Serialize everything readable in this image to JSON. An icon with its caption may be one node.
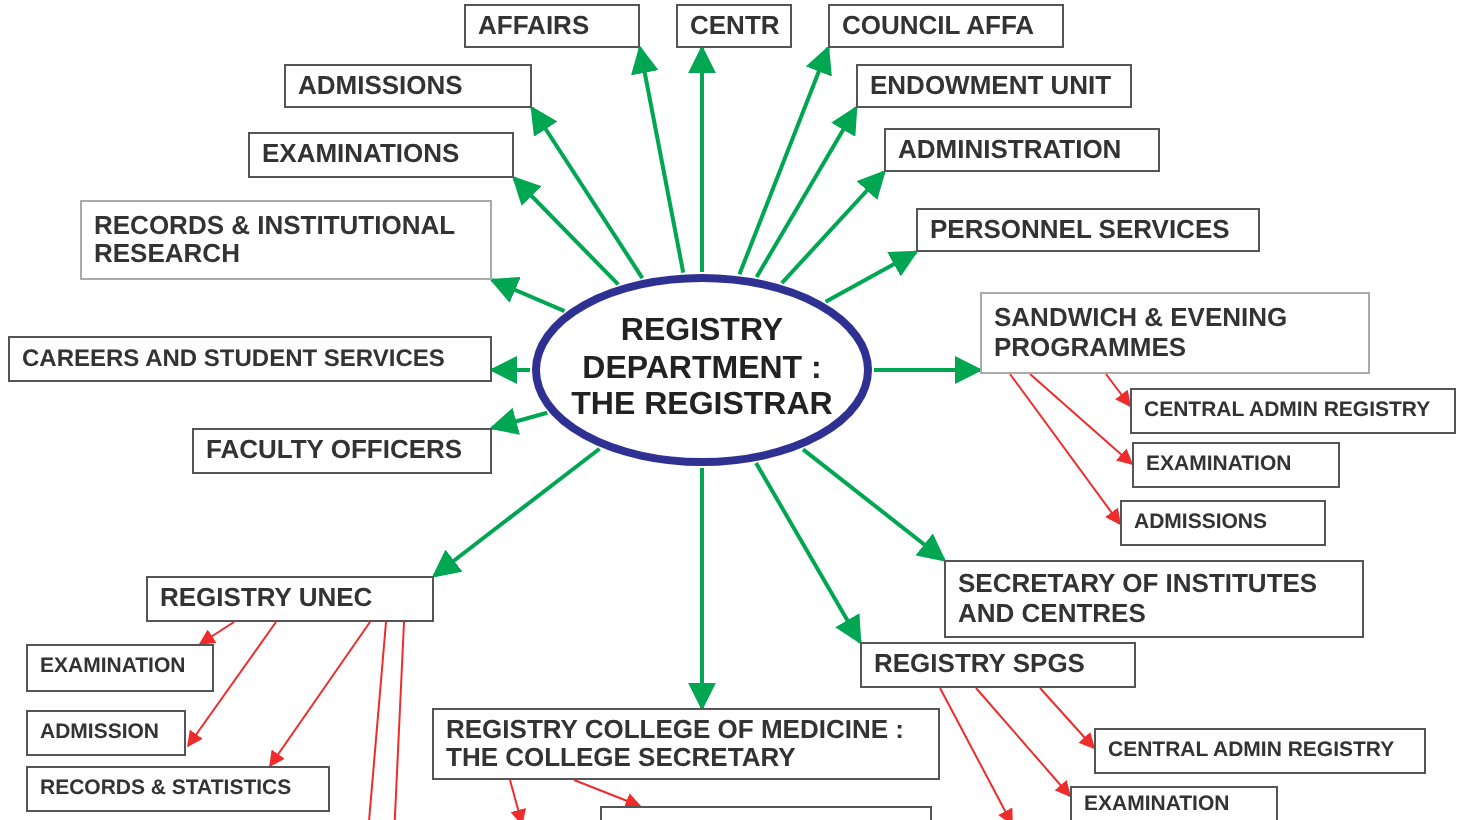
{
  "diagram": {
    "nodes": [
      {
        "text": [
          "REGISTRY DEPARTMENT : THE REGISTRAR"
        ]
      },
      {
        "text": [
          "AFFAIRS"
        ]
      },
      {
        "text": [
          "CENTR"
        ]
      },
      {
        "text": [
          "ADMISSIONS"
        ]
      },
      {
        "text": [
          "EXAMINATIONS"
        ]
      },
      {
        "text": [
          "RECORDS & INSTITUTIONAL RESEARCH"
        ]
      },
      {
        "text": [
          "CAREERS AND STUDENT SERVICES"
        ]
      },
      {
        "text": [
          "FACULTY OFFICERS"
        ]
      },
      {
        "text": [
          "COUNCIL AFFA"
        ]
      },
      {
        "text": [
          "ENDOWMENT UNIT"
        ]
      },
      {
        "text": [
          "ADMINISTRATION"
        ]
      },
      {
        "text": [
          "PERSONNEL SERVICES"
        ]
      },
      {
        "text": [
          "SANDWICH & EVENING PROGRAMMES"
        ]
      },
      {
        "text": [
          "CENTRAL ADMIN REGISTRY"
        ]
      },
      {
        "text": [
          "EXAMINATION"
        ]
      },
      {
        "text": [
          "ADMISSIONS"
        ]
      },
      {
        "text": [
          "SECRETARY OF INSTITUTES AND CENTRES"
        ]
      },
      {
        "text": [
          "REGISTRY UNEC"
        ]
      },
      {
        "text": [
          "EXAMINATION"
        ]
      },
      {
        "text": [
          "ADMISSION"
        ]
      },
      {
        "text": [
          "RECORDS & STATISTICS"
        ]
      },
      {
        "text": [
          "REGISTRY SPGS"
        ]
      },
      {
        "text": [
          "CENTRAL ADMIN REGISTRY"
        ]
      },
      {
        "text": [
          "EXAMINATION"
        ]
      },
      {
        "text": [
          "REGISTRY COLLEGE OF MEDICINE : THE COLLEGE SECRETARY"
        ]
      },
      {
        "text": [],
        "shape": "box"
      }
    ],
    "edges": [
      {
        "from": 0,
        "to": 1,
        "arrow": "to"
      },
      {
        "from": 0,
        "to": 2,
        "arrow": "to"
      },
      {
        "from": 0,
        "to": 3,
        "arrow": "to"
      },
      {
        "from": 0,
        "to": 4,
        "arrow": "to"
      },
      {
        "from": 0,
        "to": 5,
        "arrow": "to"
      },
      {
        "from": 0,
        "to": 6,
        "arrow": "to"
      },
      {
        "from": 0,
        "to": 7,
        "arrow": "to"
      },
      {
        "from": 0,
        "to": 8,
        "arrow": "to"
      },
      {
        "from": 0,
        "to": 9,
        "arrow": "to"
      },
      {
        "from": 0,
        "to": 10,
        "arrow": "to"
      },
      {
        "from": 0,
        "to": 11,
        "arrow": "to"
      },
      {
        "from": 0,
        "to": 12,
        "arrow": "to"
      },
      {
        "from": 0,
        "to": 16,
        "arrow": "to"
      },
      {
        "from": 0,
        "to": 17,
        "arrow": "to"
      },
      {
        "from": 0,
        "to": 21,
        "arrow": "to"
      },
      {
        "from": 0,
        "to": 24,
        "arrow": "to"
      },
      {
        "from": 12,
        "to": 13,
        "arrow": "to",
        "color": "#ee2c2c"
      },
      {
        "from": 12,
        "to": 14,
        "arrow": "to",
        "color": "#ee2c2c"
      },
      {
        "from": 12,
        "to": 15,
        "arrow": "to",
        "color": "#ee2c2c"
      },
      {
        "from": 17,
        "to": 18,
        "arrow": "to",
        "color": "#ee2c2c"
      },
      {
        "from": 17,
        "to": 19,
        "arrow": "to",
        "color": "#ee2c2c"
      },
      {
        "from": 17,
        "to": 20,
        "arrow": "to",
        "color": "#ee2c2c"
      },
      {
        "from": 17,
        "to": null,
        "arrow": "to",
        "color": "#ee2c2c"
      },
      {
        "from": 17,
        "to": null,
        "arrow": "to",
        "color": "#ee2c2c"
      },
      {
        "from": 21,
        "to": 22,
        "arrow": "to",
        "color": "#ee2c2c"
      },
      {
        "from": 21,
        "to": 23,
        "arrow": "to",
        "color": "#ee2c2c"
      },
      {
        "from": 21,
        "to": null,
        "arrow": "to",
        "color": "#ee2c2c"
      },
      {
        "from": 24,
        "to": null,
        "arrow": "to",
        "color": "#ee2c2c"
      },
      {
        "from": 24,
        "to": 25,
        "arrow": "to",
        "color": "#ee2c2c"
      }
    ]
  }
}
